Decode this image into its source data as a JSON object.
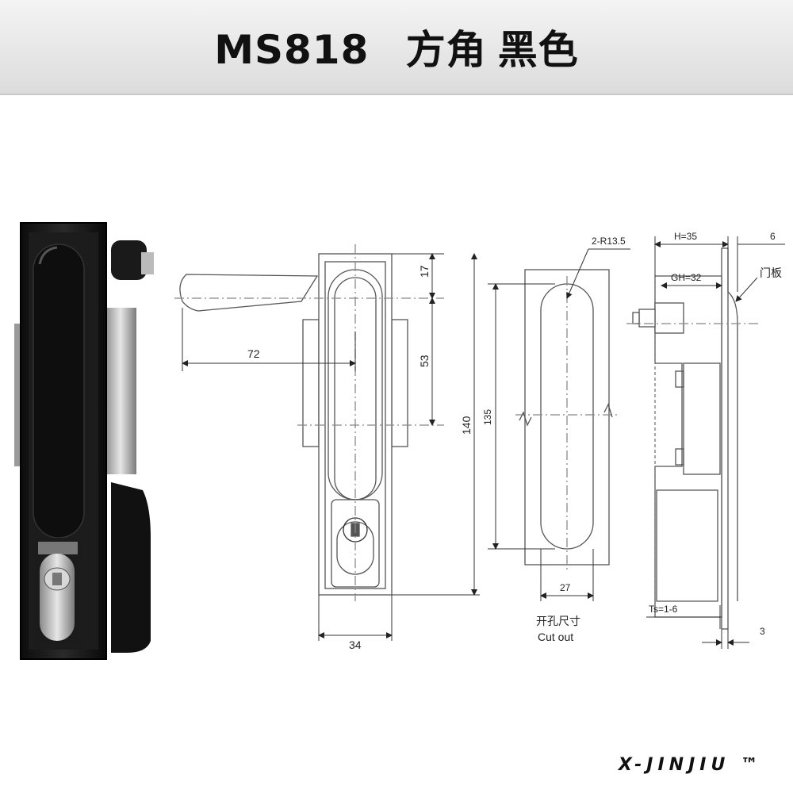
{
  "title": {
    "model": "MS818",
    "style": "方角",
    "color": "黑色"
  },
  "dimensions": {
    "handle_length": "72",
    "top_offset": "17",
    "pivot_spacing": "53",
    "total_height": "140",
    "cutout_height": "135",
    "body_width": "34",
    "cutout_width": "27",
    "radius": "2-R13.5",
    "depth_h": "H=35",
    "depth_gh": "GH=32",
    "flange": "6",
    "panel_thickness": "Ts=1-6",
    "gap": "3"
  },
  "labels": {
    "door_panel": "门板",
    "cutout_cn": "开孔尺寸",
    "cutout_en": "Cut out"
  },
  "brand": "X-JINJIU ™"
}
